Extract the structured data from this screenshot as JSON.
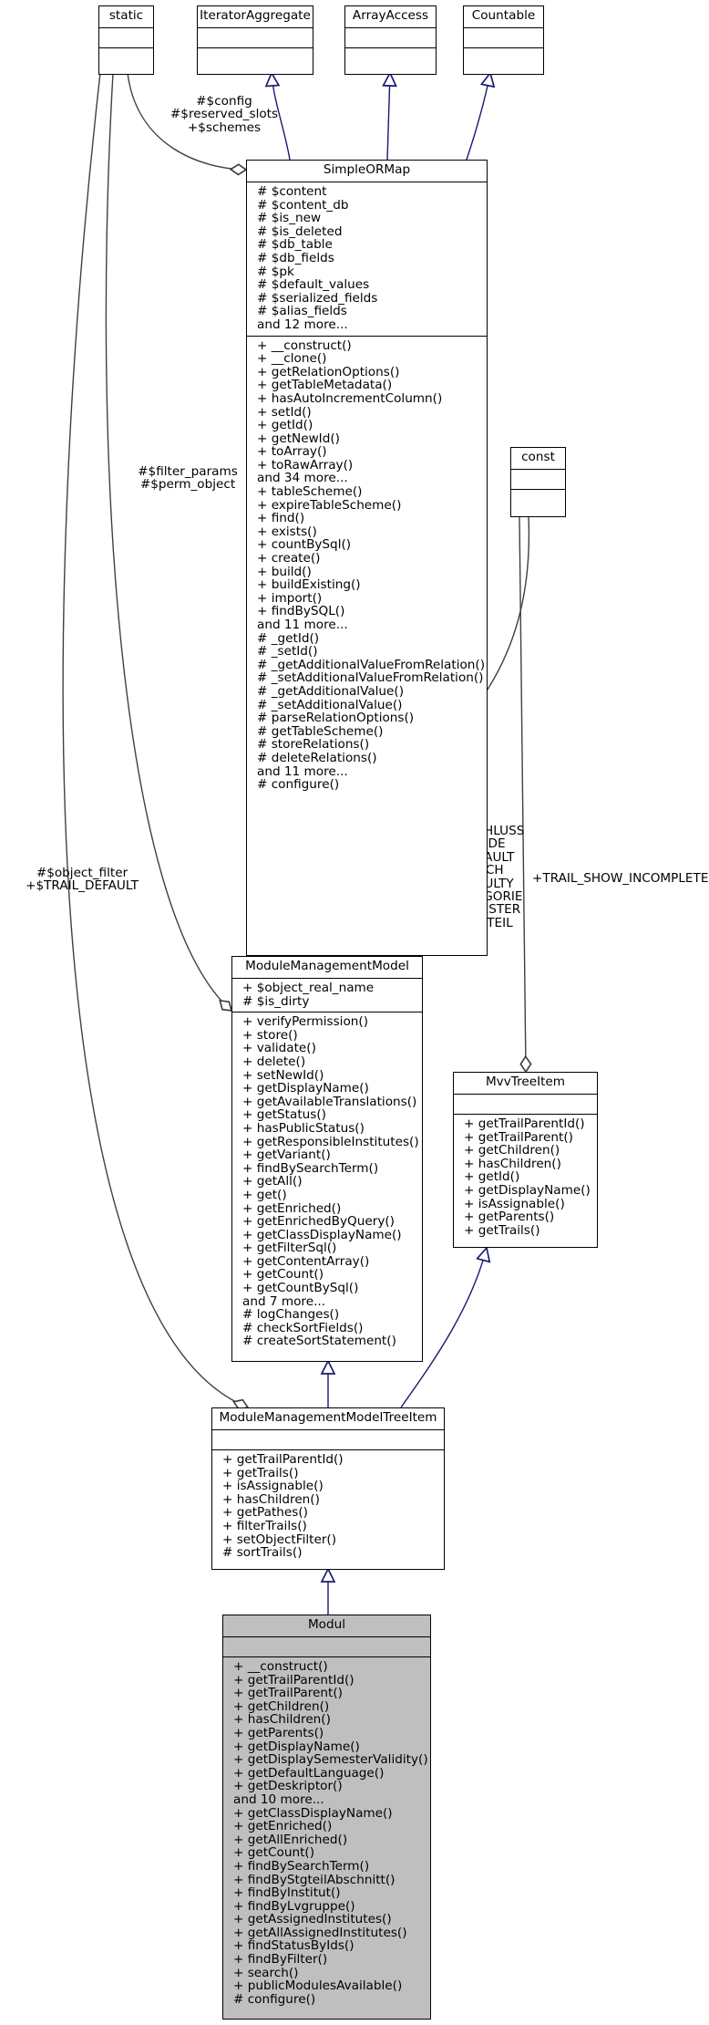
{
  "classes": {
    "static": {
      "name": "static"
    },
    "iterator_aggregate": {
      "name": "IteratorAggregate"
    },
    "array_access": {
      "name": "ArrayAccess"
    },
    "countable": {
      "name": "Countable"
    },
    "const": {
      "name": "const"
    },
    "simple_or_map": {
      "name": "SimpleORMap",
      "attributes": [
        "# $content",
        "# $content_db",
        "# $is_new",
        "# $is_deleted",
        "# $db_table",
        "# $db_fields",
        "# $pk",
        "# $default_values",
        "# $serialized_fields",
        "# $alias_fields",
        "and 12 more..."
      ],
      "methods": [
        "+ __construct()",
        "+ __clone()",
        "+ getRelationOptions()",
        "+ getTableMetadata()",
        "+ hasAutoIncrementColumn()",
        "+ setId()",
        "+ getId()",
        "+ getNewId()",
        "+ toArray()",
        "+ toRawArray()",
        "and 34 more...",
        "+ tableScheme()",
        "+ expireTableScheme()",
        "+ find()",
        "+ exists()",
        "+ countBySql()",
        "+ create()",
        "+ build()",
        "+ buildExisting()",
        "+ import()",
        "+ findBySQL()",
        "and 11 more...",
        "# _getId()",
        "# _setId()",
        "# _getAdditionalValueFromRelation()",
        "# _setAdditionalValueFromRelation()",
        "# _getAdditionalValue()",
        "# _setAdditionalValue()",
        "# parseRelationOptions()",
        "# getTableScheme()",
        "# storeRelations()",
        "# deleteRelations()",
        "and 11 more...",
        "# configure()"
      ]
    },
    "module_management_model": {
      "name": "ModuleManagementModel",
      "attributes": [
        "+ $object_real_name",
        "# $is_dirty"
      ],
      "methods": [
        "+ verifyPermission()",
        "+ store()",
        "+ validate()",
        "+ delete()",
        "+ setNewId()",
        "+ getDisplayName()",
        "+ getAvailableTranslations()",
        "+ getStatus()",
        "+ hasPublicStatus()",
        "+ getResponsibleInstitutes()",
        "+ getVariant()",
        "+ findBySearchTerm()",
        "+ getAll()",
        "+ get()",
        "+ getEnriched()",
        "+ getEnrichedByQuery()",
        "+ getClassDisplayName()",
        "+ getFilterSql()",
        "+ getContentArray()",
        "+ getCount()",
        "+ getCountBySql()",
        "and 7 more...",
        "# logChanges()",
        "# checkSortFields()",
        "# createSortStatement()"
      ]
    },
    "mvv_tree_item": {
      "name": "MvvTreeItem",
      "methods": [
        "+ getTrailParentId()",
        "+ getTrailParent()",
        "+ getChildren()",
        "+ hasChildren()",
        "+ getId()",
        "+ getDisplayName()",
        "+ isAssignable()",
        "+ getParents()",
        "+ getTrails()"
      ]
    },
    "module_management_model_tree_item": {
      "name": "ModuleManagementModelTreeItem",
      "methods": [
        "+ getTrailParentId()",
        "+ getTrails()",
        "+ isAssignable()",
        "+ hasChildren()",
        "+ getPathes()",
        "+ filterTrails()",
        "+ setObjectFilter()",
        "# sortTrails()"
      ]
    },
    "modul": {
      "name": "Modul",
      "methods": [
        "+ __construct()",
        "+ getTrailParentId()",
        "+ getTrailParent()",
        "+ getChildren()",
        "+ hasChildren()",
        "+ getParents()",
        "+ getDisplayName()",
        "+ getDisplaySemesterValidity()",
        "+ getDefaultLanguage()",
        "+ getDeskriptor()",
        "and 10 more...",
        "+ getClassDisplayName()",
        "+ getEnriched()",
        "+ getAllEnriched()",
        "+ getCount()",
        "+ findBySearchTerm()",
        "+ findByStgteilAbschnitt()",
        "+ findByInstitut()",
        "+ findByLvgruppe()",
        "+ getAssignedInstitutes()",
        "+ getAllAssignedInstitutes()",
        "+ findStatusByIds()",
        "+ findByFilter()",
        "+ search()",
        "+ publicModulesAvailable()",
        "# configure()"
      ]
    }
  },
  "edge_labels": {
    "static_to_simpleormap": "#$config\n#$reserved_slots\n+$schemes",
    "static_to_mmm": "#$filter_params\n#$perm_object",
    "static_to_mmmti": "#$object_filter\n+$TRAIL_DEFAULT",
    "const_to_mmm": "+DISPLAY_ABSCHLUSS\n+DISPLAY_CODE\n+DISPLAY_DEFAULT\n+DISPLAY_FACH\n+DISPLAY_FACULTY\n+DISPLAY_KATEGORIE\n+DISPLAY_SEMESTER\n+DISPLAY_STGTEIL",
    "const_to_mvvtreeitem": "+TRAIL_SHOW_INCOMPLETE"
  },
  "colors": {
    "inheritance": "#191970",
    "usage": "#404040",
    "focus_fill": "#bfbfbf"
  }
}
